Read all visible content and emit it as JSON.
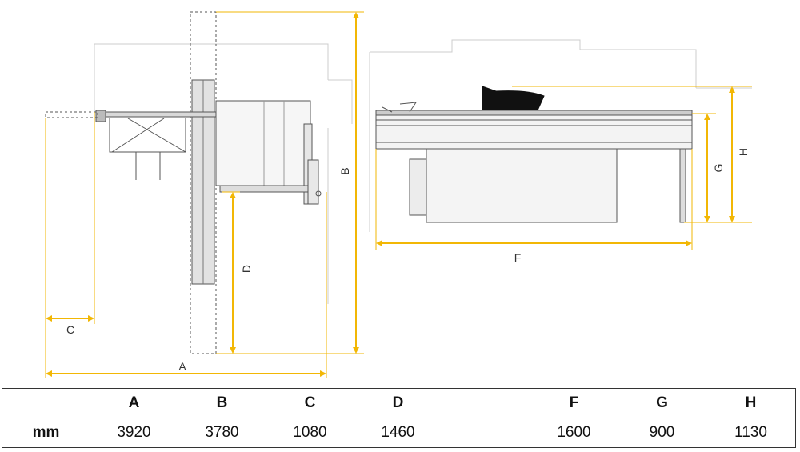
{
  "colors": {
    "dimension": "#f2b705",
    "outline": "#555555",
    "fill_light": "#f4f4f4",
    "fill_mid": "#d9d9d9",
    "table_border": "#333333"
  },
  "drawing": {
    "labels": {
      "A": "A",
      "B": "B",
      "C": "C",
      "D": "D",
      "F": "F",
      "G": "G",
      "H": "H"
    }
  },
  "table": {
    "headers": [
      "",
      "A",
      "B",
      "C",
      "D",
      "",
      "F",
      "G",
      "H"
    ],
    "unit": "mm",
    "values": [
      "3920",
      "3780",
      "1080",
      "1460",
      "",
      "1600",
      "900",
      "1130"
    ]
  }
}
